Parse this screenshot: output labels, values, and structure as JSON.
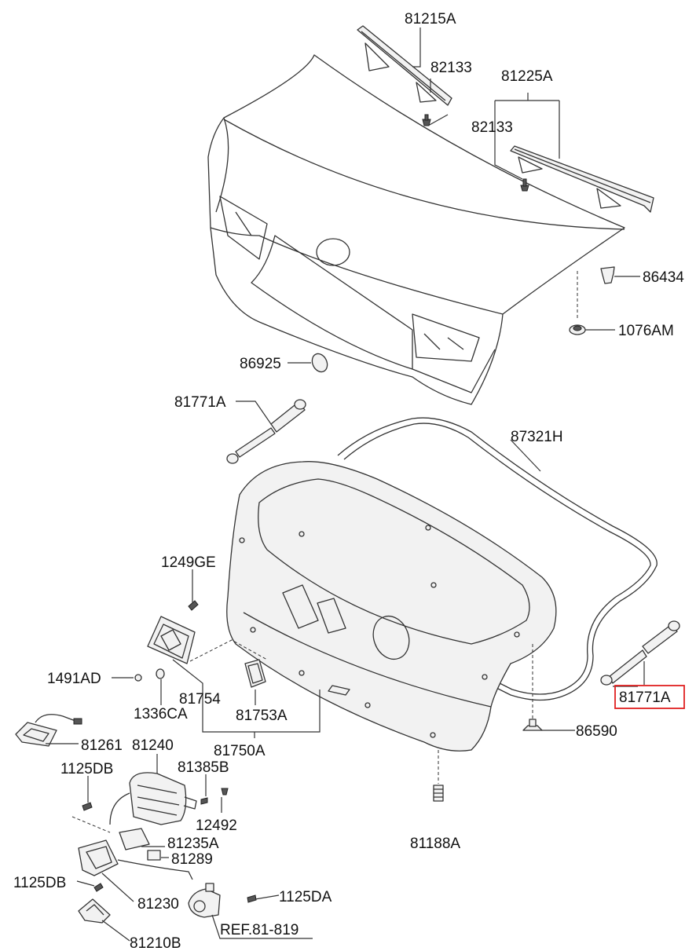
{
  "diagram": {
    "labels": {
      "l81215A": "81215A",
      "l82133a": "82133",
      "l81225A": "81225A",
      "l82133b": "82133",
      "l86434": "86434",
      "l1076AM": "1076AM",
      "l86925": "86925",
      "l81771Aa": "81771A",
      "l87321H": "87321H",
      "l1249GE": "1249GE",
      "l1491AD": "1491AD",
      "l81754": "81754",
      "l1336CA": "1336CA",
      "l81753A": "81753A",
      "l81771Ab": "81771A",
      "l86590": "86590",
      "l81261": "81261",
      "l81240": "81240",
      "l81750A": "81750A",
      "l1125DBa": "1125DB",
      "l81385B": "81385B",
      "l12492": "12492",
      "l81235A": "81235A",
      "l81289": "81289",
      "l81188A": "81188A",
      "l1125DBb": "1125DB",
      "l81230": "81230",
      "l1125DA": "1125DA",
      "lREF": "REF.81-819",
      "l81210B": "81210B"
    },
    "highlight_color": "#e02020"
  }
}
